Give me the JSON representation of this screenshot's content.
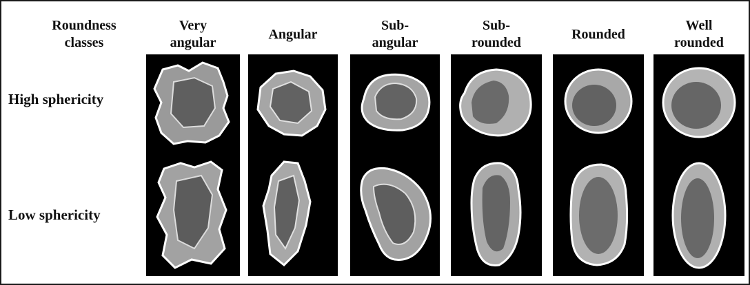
{
  "header": {
    "corner_label": "Roundness\nclasses"
  },
  "columns": [
    {
      "label": "Very\nangular"
    },
    {
      "label": "Angular"
    },
    {
      "label": "Sub-\nangular"
    },
    {
      "label": "Sub-\nrounded"
    },
    {
      "label": "Rounded"
    },
    {
      "label": "Well\nrounded"
    }
  ],
  "rows": [
    {
      "label": "High sphericity"
    },
    {
      "label": "Low sphericity"
    }
  ],
  "colors": {
    "panel": "#000000",
    "grain": "#bdbdbd",
    "grain_edge": "#ffffff",
    "text": "#111111"
  }
}
